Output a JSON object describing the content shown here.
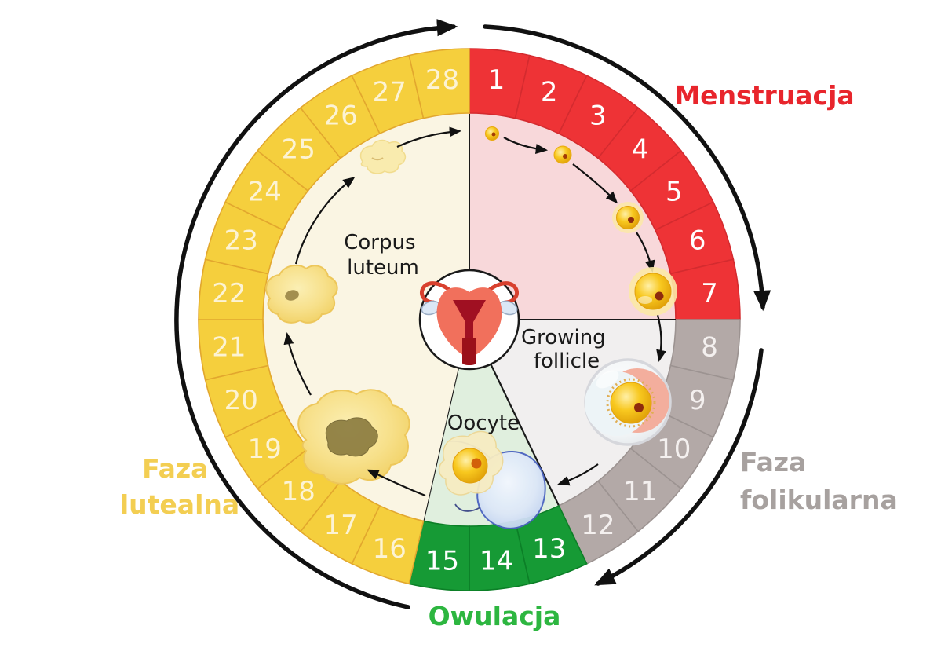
{
  "phases": [
    {
      "id": "menstruation",
      "label": "Menstruacja",
      "days": [
        1,
        7
      ],
      "ring_color": "#EE3336",
      "ring_stroke": "#D42B2F",
      "inner_color": "#F8D8DA",
      "label_color": "#E8252C",
      "number_color": "#FFFFFF"
    },
    {
      "id": "follicular",
      "label": "Faza folikularna",
      "label_lines": [
        "Faza",
        "folikularna"
      ],
      "days": [
        8,
        12
      ],
      "ring_color": "#B3A9A7",
      "ring_stroke": "#9C9391",
      "inner_color": "#F1EFEF",
      "label_color": "#A7A19F",
      "number_color": "#F4F0EF"
    },
    {
      "id": "ovulation",
      "label": "Owulacja",
      "days": [
        13,
        15
      ],
      "ring_color": "#169A35",
      "ring_stroke": "#0C7F27",
      "inner_color": "#E0EFDE",
      "label_color": "#2DB640",
      "number_color": "#FFFFFF"
    },
    {
      "id": "luteal",
      "label": "Faza lutealna",
      "label_lines": [
        "Faza",
        "lutealna"
      ],
      "days": [
        16,
        28
      ],
      "ring_color": "#F5CF3D",
      "ring_stroke": "#E2A72E",
      "inner_color": "#FAF5E3",
      "label_color": "#F3CE52",
      "number_color": "#FCF3D4"
    }
  ],
  "day_numbers": [
    "1",
    "2",
    "3",
    "4",
    "5",
    "6",
    "7",
    "8",
    "9",
    "10",
    "11",
    "12",
    "13",
    "14",
    "15",
    "16",
    "17",
    "18",
    "19",
    "20",
    "21",
    "22",
    "23",
    "24",
    "25",
    "26",
    "27",
    "28"
  ],
  "annotations": {
    "corpus_luteum_lines": [
      "Corpus",
      "luteum"
    ],
    "growing_follicle_lines": [
      "Growing",
      "follicle"
    ],
    "oocyte": "Oocyte"
  },
  "colors": {
    "outline": "#1a1a1a",
    "background": "#ffffff"
  }
}
